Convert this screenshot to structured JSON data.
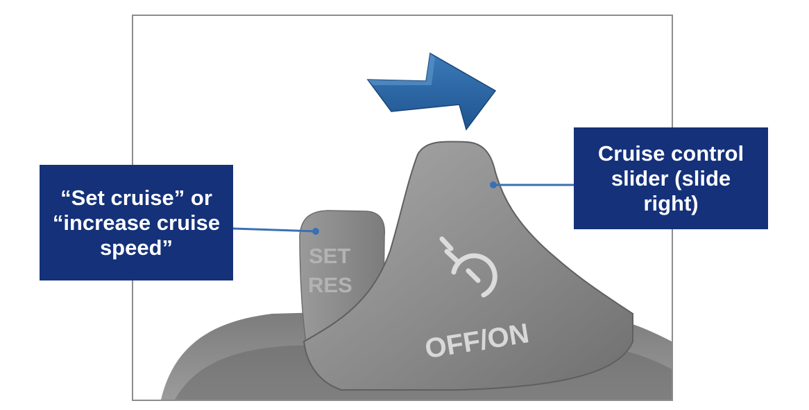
{
  "callouts": {
    "left_label": "“Set cruise” or “increase cruise speed”",
    "right_label": "Cruise control slider (slide right)"
  },
  "control_markings": {
    "set_text": "SET",
    "res_text": "RES",
    "power_text": "OFF/ON"
  },
  "icons": {
    "direction_arrow": "arrow-right-icon",
    "cruise_symbol": "speedometer-icon"
  },
  "colors": {
    "callout_background": "#14317a",
    "callout_text": "#ffffff",
    "arrow_blue": "#2d6aa8",
    "leader_line": "#3a6fb5",
    "control_gray": "#8e8e8e"
  }
}
